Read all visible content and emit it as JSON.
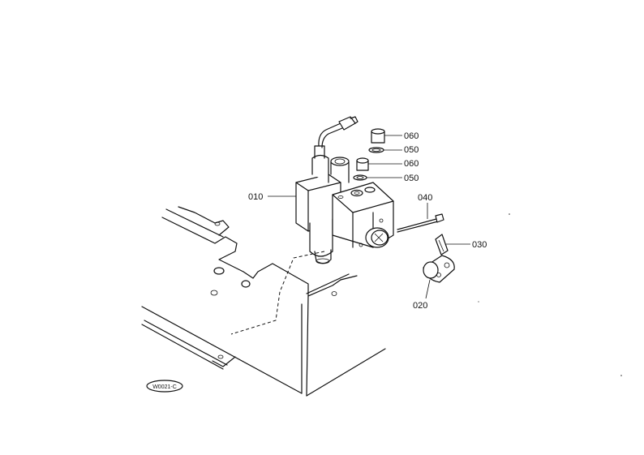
{
  "diagram": {
    "parts": [
      {
        "key": "p010",
        "label": "010"
      },
      {
        "key": "p020",
        "label": "020"
      },
      {
        "key": "p030",
        "label": "030"
      },
      {
        "key": "p040",
        "label": "040"
      },
      {
        "key": "p050a",
        "label": "050"
      },
      {
        "key": "p050b",
        "label": "050"
      },
      {
        "key": "p060a",
        "label": "060"
      },
      {
        "key": "p060b",
        "label": "060"
      }
    ],
    "figure_code": "W0021-C"
  }
}
